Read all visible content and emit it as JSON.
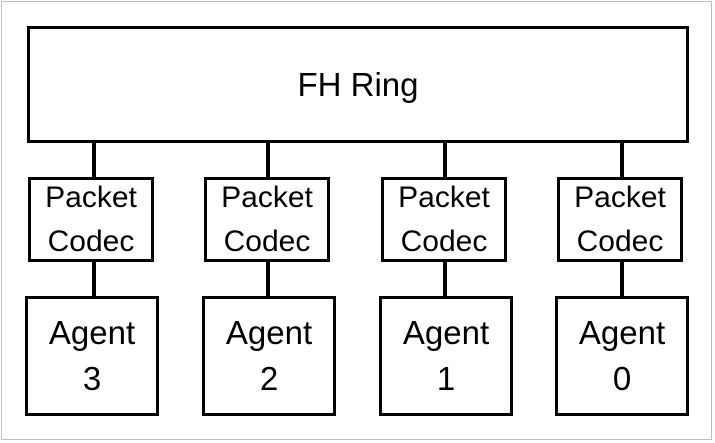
{
  "ring": {
    "label": "FH Ring"
  },
  "columns": [
    {
      "codec": {
        "line1": "Packet",
        "line2": "Codec"
      },
      "agent": {
        "line1": "Agent",
        "line2": "3"
      }
    },
    {
      "codec": {
        "line1": "Packet",
        "line2": "Codec"
      },
      "agent": {
        "line1": "Agent",
        "line2": "2"
      }
    },
    {
      "codec": {
        "line1": "Packet",
        "line2": "Codec"
      },
      "agent": {
        "line1": "Agent",
        "line2": "1"
      }
    },
    {
      "codec": {
        "line1": "Packet",
        "line2": "Codec"
      },
      "agent": {
        "line1": "Agent",
        "line2": "0"
      }
    }
  ]
}
